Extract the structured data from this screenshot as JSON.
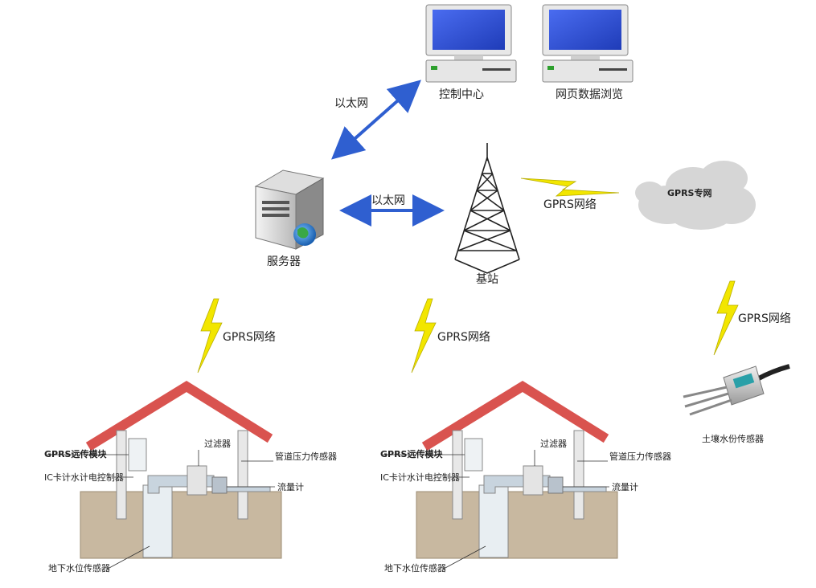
{
  "labels": {
    "control_center": "控制中心",
    "web_browse": "网页数据浏览",
    "ethernet_top": "以太网",
    "ethernet_mid": "以太网",
    "server": "服务器",
    "base_station": "基站",
    "gprs_net_top": "GPRS网络",
    "gprs_private": "GPRS专网",
    "gprs_left": "GPRS网络",
    "gprs_center": "GPRS网络",
    "gprs_right": "GPRS网络",
    "soil_sensor": "土壤水份传感器"
  },
  "well_left": {
    "gprs_module": "GPRS远传模块",
    "ic_controller": "IC卡计水计电控制器",
    "filter": "过滤器",
    "pressure_sensor": "管道压力传感器",
    "flowmeter": "流量计",
    "water_level_sensor": "地下水位传感器"
  },
  "well_right": {
    "gprs_module": "GPRS远传模块",
    "ic_controller": "IC卡计水计电控制器",
    "filter": "过滤器",
    "pressure_sensor": "管道压力传感器",
    "flowmeter": "流量计",
    "water_level_sensor": "地下水位传感器"
  },
  "colors": {
    "arrow": "#2f5fd0",
    "lightning": "#f2e600",
    "roof": "#d9534f",
    "soil": "#c8b8a0",
    "pipe": "#c8d4de",
    "screen": "#2f53d8",
    "cloud": "#d6d6d6"
  }
}
